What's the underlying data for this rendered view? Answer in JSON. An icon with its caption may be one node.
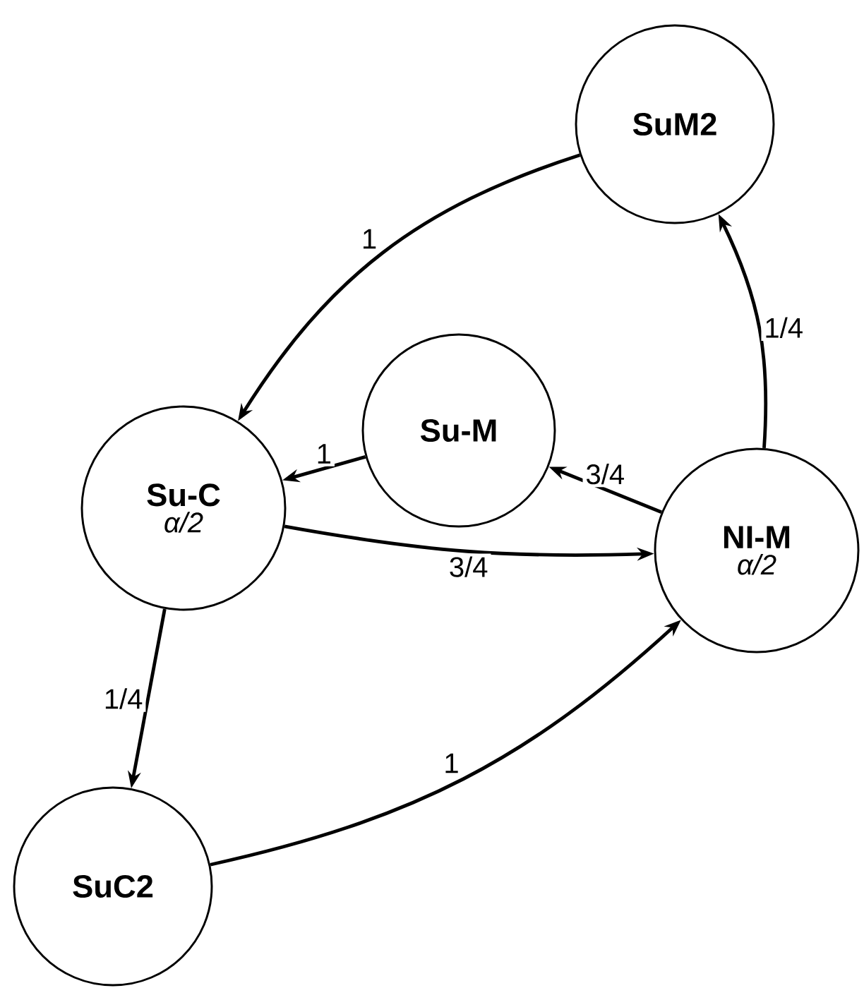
{
  "diagram": {
    "nodes": [
      {
        "text": [
          "SuM2"
        ]
      },
      {
        "text": [
          "Su-C",
          "α/2"
        ]
      },
      {
        "text": [
          "Su-M"
        ]
      },
      {
        "text": [
          "NI-M",
          "α/2"
        ]
      },
      {
        "text": [
          "SuC2"
        ]
      }
    ],
    "edges": [
      {
        "from": 0,
        "to": 1,
        "arrow": "to",
        "label": "1"
      },
      {
        "from": 2,
        "to": 1,
        "arrow": "to",
        "label": "1"
      },
      {
        "from": 3,
        "to": 2,
        "arrow": "to",
        "label": "3/4"
      },
      {
        "from": 3,
        "to": 0,
        "arrow": "to",
        "label": "1/4"
      },
      {
        "from": 1,
        "to": 3,
        "arrow": "to",
        "label": "3/4"
      },
      {
        "from": 1,
        "to": 4,
        "arrow": "to",
        "label": "1/4"
      },
      {
        "from": 4,
        "to": 3,
        "arrow": "to",
        "label": "1"
      }
    ]
  }
}
